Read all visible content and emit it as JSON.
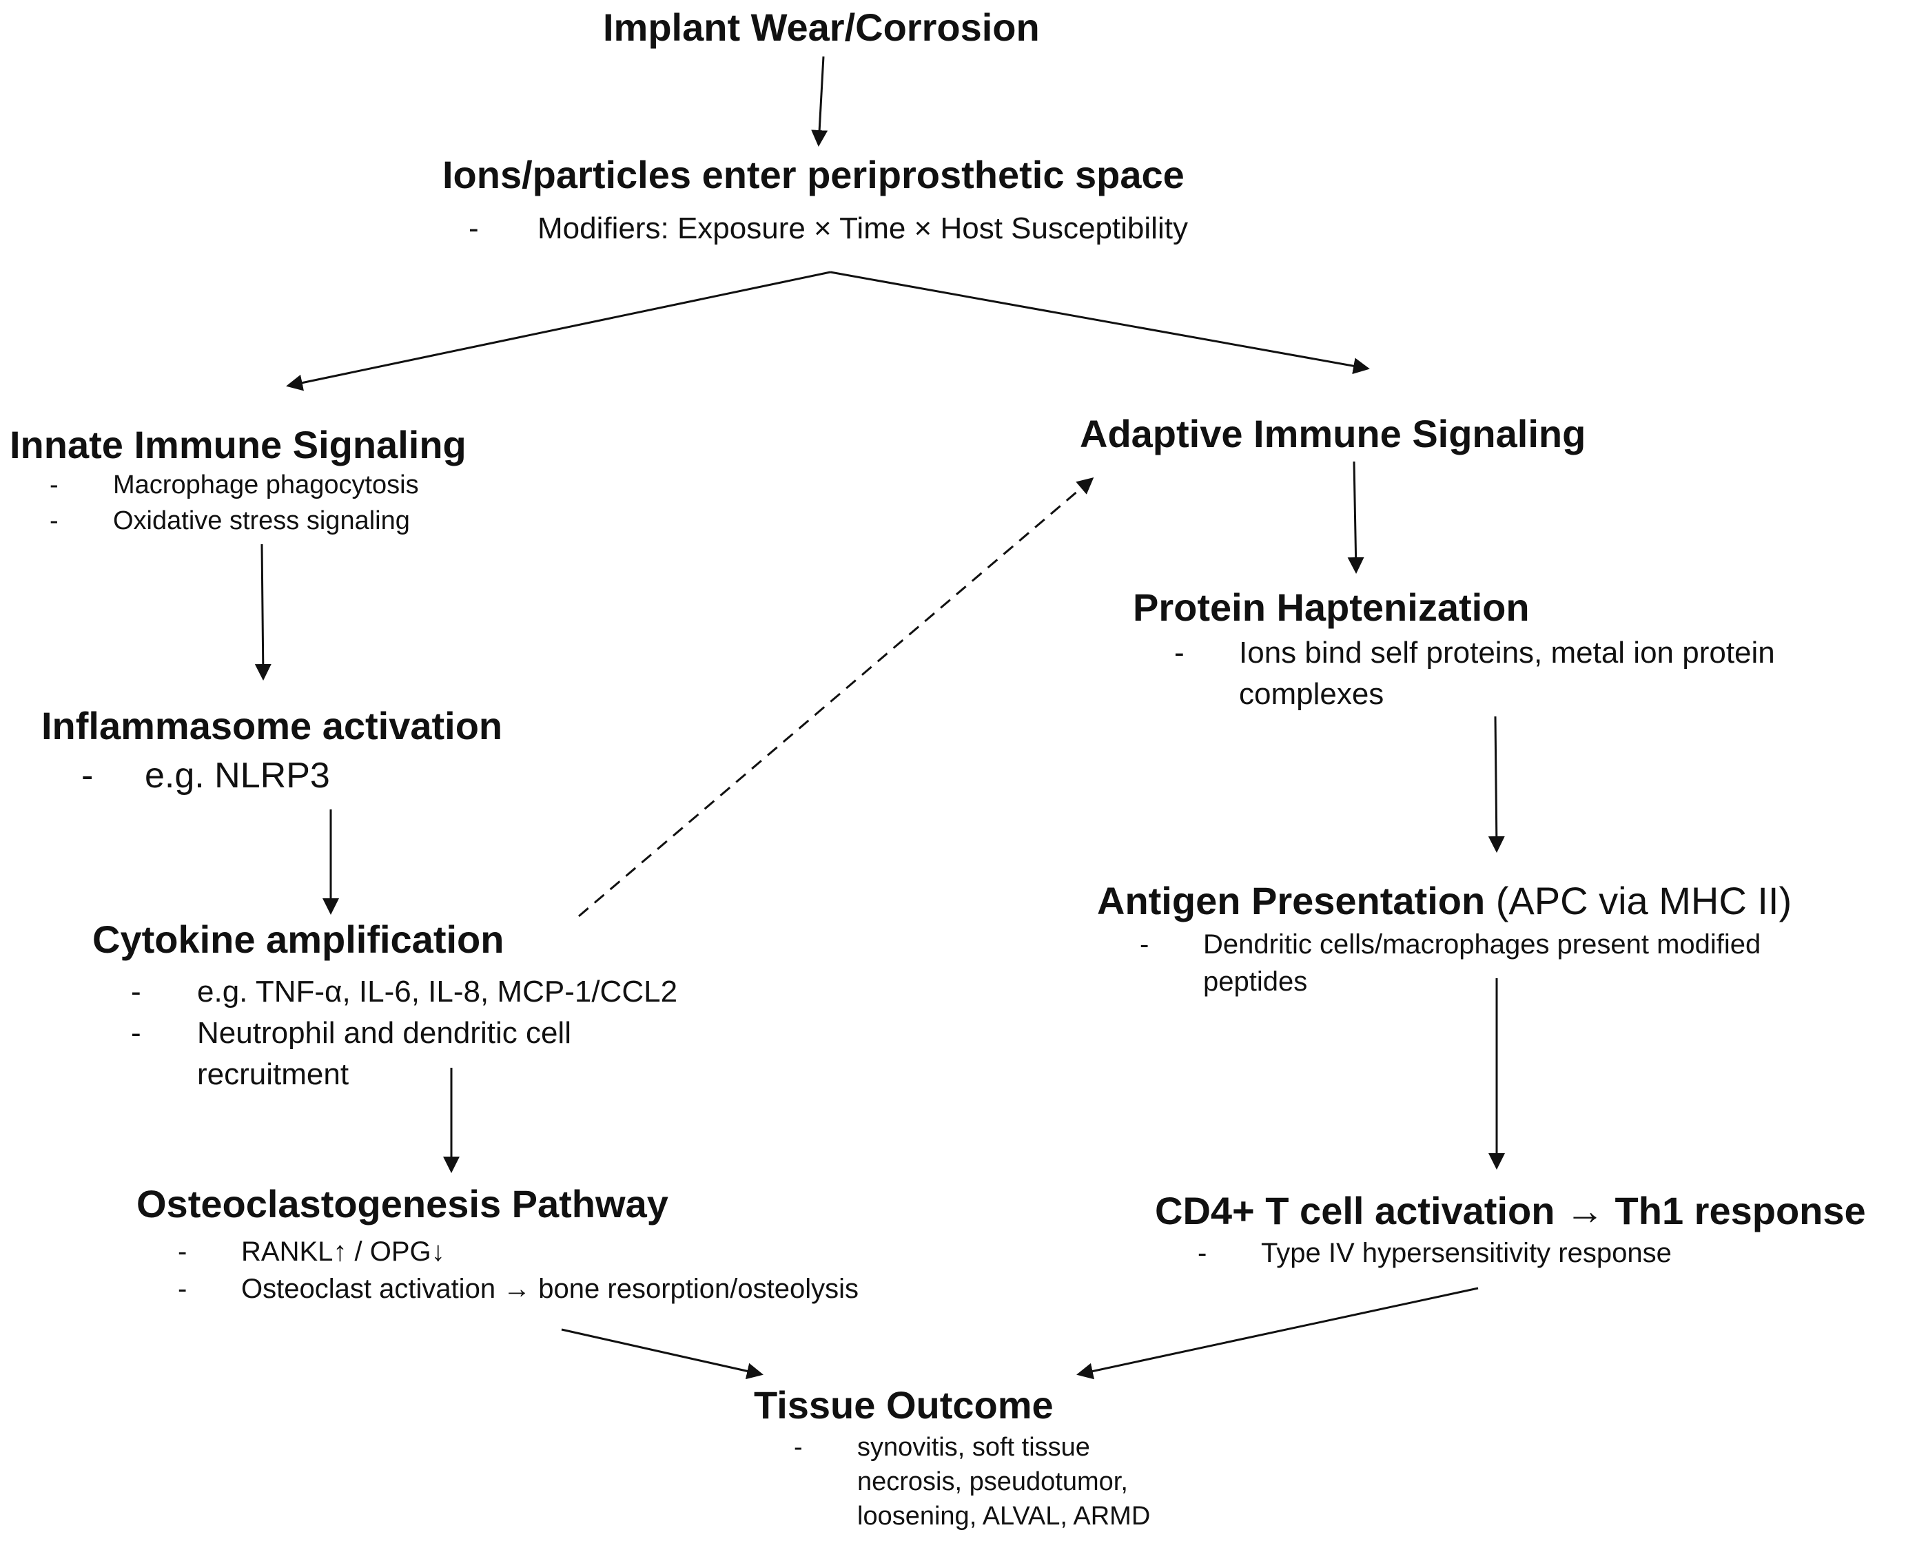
{
  "nodes": {
    "implant": {
      "title": "Implant Wear/Corrosion"
    },
    "ions": {
      "title": "Ions/particles enter periprosthetic space",
      "bullets": [
        "Modifiers: Exposure × Time × Host Susceptibility"
      ]
    },
    "innate": {
      "title": "Innate Immune Signaling",
      "bullets": [
        "Macrophage phagocytosis",
        "Oxidative stress signaling"
      ]
    },
    "adaptive": {
      "title": "Adaptive Immune Signaling"
    },
    "inflammasome": {
      "title": "Inflammasome activation",
      "bullets": [
        "e.g. NLRP3"
      ]
    },
    "cytokine": {
      "title": "Cytokine amplification",
      "bullets": [
        "e.g. TNF-α, IL-6, IL-8, MCP-1/CCL2",
        "Neutrophil and dendritic cell recruitment"
      ]
    },
    "osteo": {
      "title": "Osteoclastogenesis Pathway",
      "bullets": [
        "RANKL↑ / OPG↓",
        "Osteoclast activation → bone resorption/osteolysis"
      ]
    },
    "hapten": {
      "title": "Protein Haptenization",
      "bullets": [
        "Ions bind self proteins, metal ion protein complexes"
      ]
    },
    "antigen": {
      "title": "Antigen Presentation",
      "title_suffix": "(APC via MHC II)",
      "bullets": [
        "Dendritic cells/macrophages present modified peptides"
      ]
    },
    "cd4": {
      "title": "CD4+ T cell activation → Th1 response",
      "bullets": [
        "Type IV hypersensitivity response"
      ]
    },
    "tissue": {
      "title": "Tissue Outcome",
      "bullets": [
        "synovitis, soft tissue necrosis, pseudotumor, loosening, ALVAL, ARMD"
      ]
    }
  },
  "bullet_marker": "-"
}
